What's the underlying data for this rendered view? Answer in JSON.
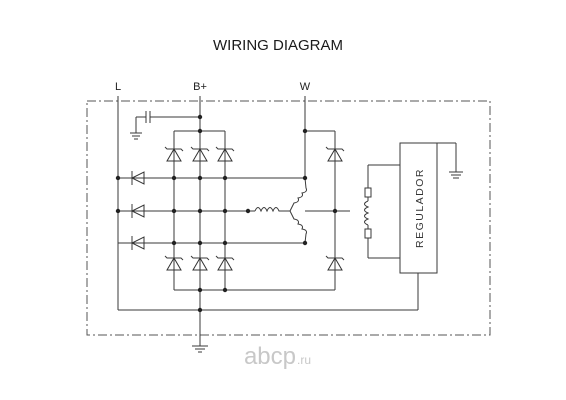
{
  "title": "WIRING DIAGRAM",
  "terminals": {
    "l": "L",
    "b_plus": "B+",
    "w": "W"
  },
  "regulator_label": "REGULADOR",
  "watermark": {
    "brand": "abcp",
    "domain": ".ru"
  },
  "colors": {
    "line": "#3a3a3a",
    "watermark": "#c8c8c8"
  }
}
